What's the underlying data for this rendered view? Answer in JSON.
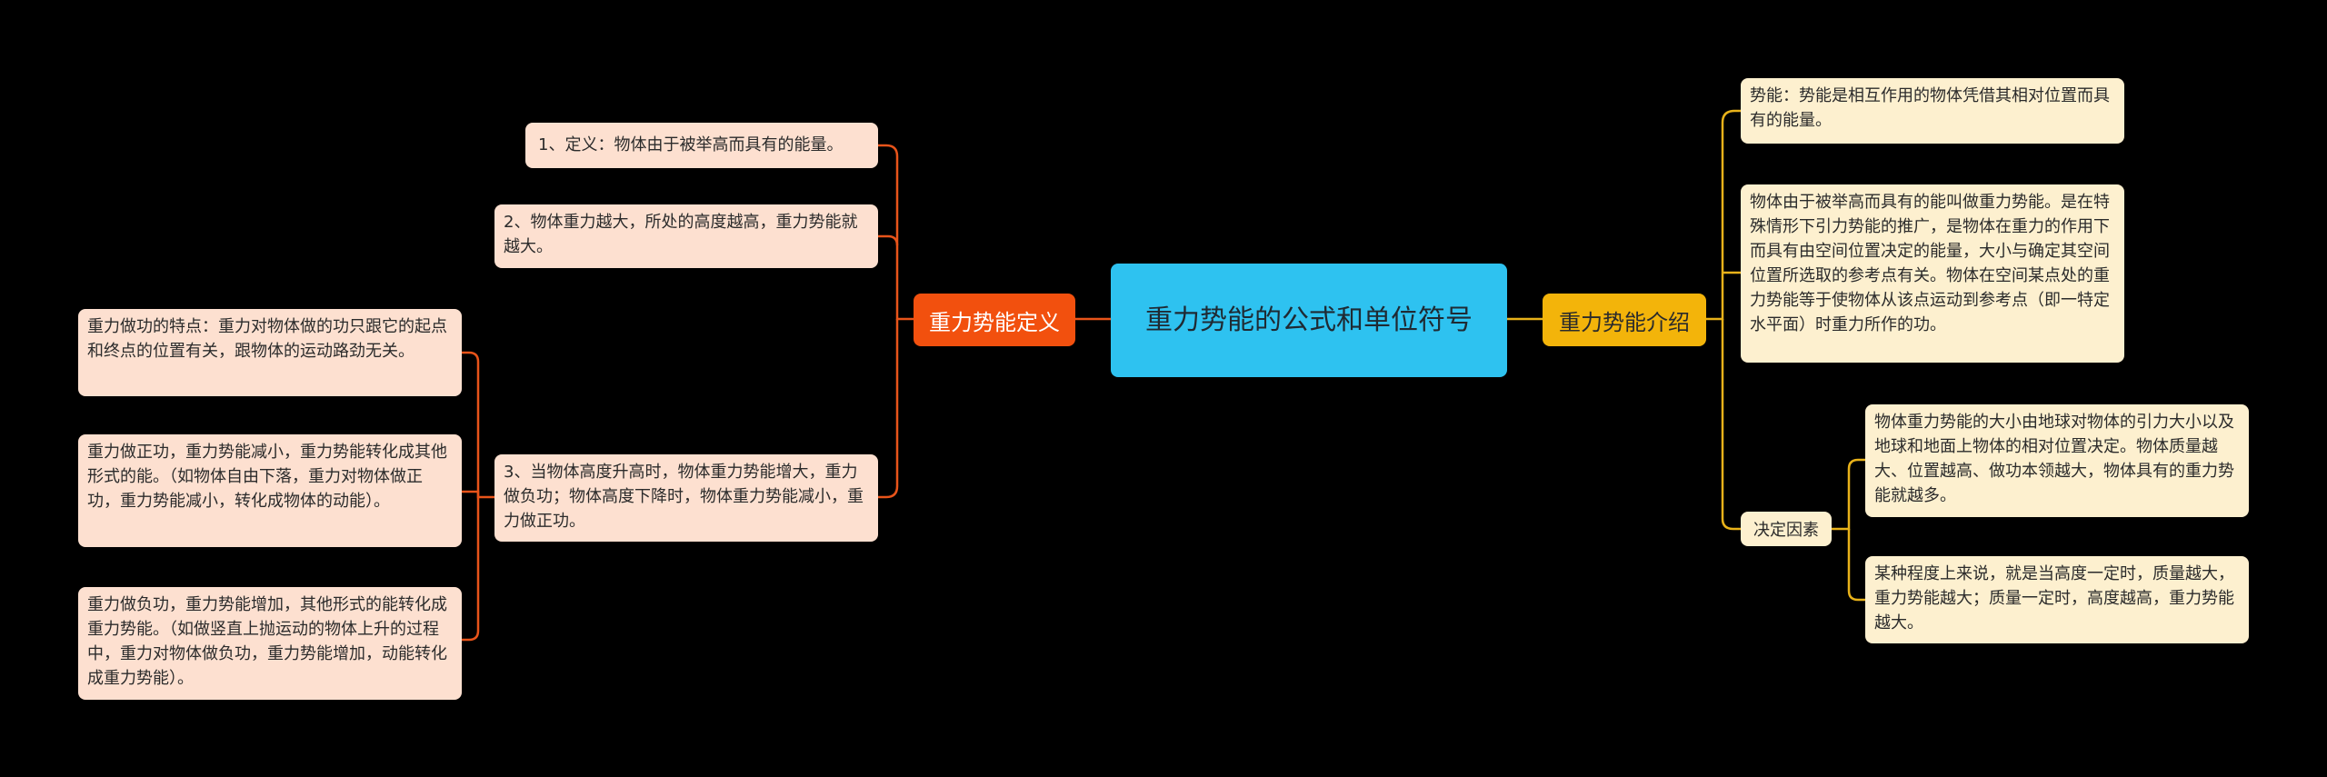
{
  "center": {
    "title": "重力势能的公式和单位符号"
  },
  "left": {
    "label": "重力势能定义",
    "items": [
      "1、定义：物体由于被举高而具有的能量。",
      "2、物体重力越大，所处的高度越高，重力势能就越大。",
      "3、当物体高度升高时，物体重力势能增大，重力做负功；物体高度下降时，物体重力势能减小，重力做正功。"
    ],
    "subitems": [
      "重力做功的特点：重力对物体做的功只跟它的起点和终点的位置有关，跟物体的运动路劲无关。",
      "重力做正功，重力势能减小，重力势能转化成其他形式的能。（如物体自由下落，重力对物体做正功，重力势能减小，转化成物体的动能）。",
      "重力做负功，重力势能增加，其他形式的能转化成重力势能。（如做竖直上抛运动的物体上升的过程中，重力对物体做负功，重力势能增加，动能转化成重力势能）。"
    ]
  },
  "right": {
    "label": "重力势能介绍",
    "items": [
      "势能：势能是相互作用的物体凭借其相对位置而具有的能量。",
      "物体由于被举高而具有的能叫做重力势能。是在特殊情形下引力势能的推广，是物体在重力的作用下而具有由空间位置决定的能量，大小与确定其空间位置所选取的参考点有关。物体在空间某点处的重力势能等于使物体从该点运动到参考点（即一特定水平面）时重力所作的功。",
      "决定因素"
    ],
    "subitems": [
      "物体重力势能的大小由地球对物体的引力大小以及地球和地面上物体的相对位置决定。物体质量越大、位置越高、做功本领越大，物体具有的重力势能就越多。",
      "某种程度上来说，就是当高度一定时，质量越大，重力势能越大；质量一定时，高度越高，重力势能越大。"
    ]
  },
  "colors": {
    "left_line": "#e8541a",
    "right_line": "#e8b21a",
    "center": "#2ec2f0"
  }
}
